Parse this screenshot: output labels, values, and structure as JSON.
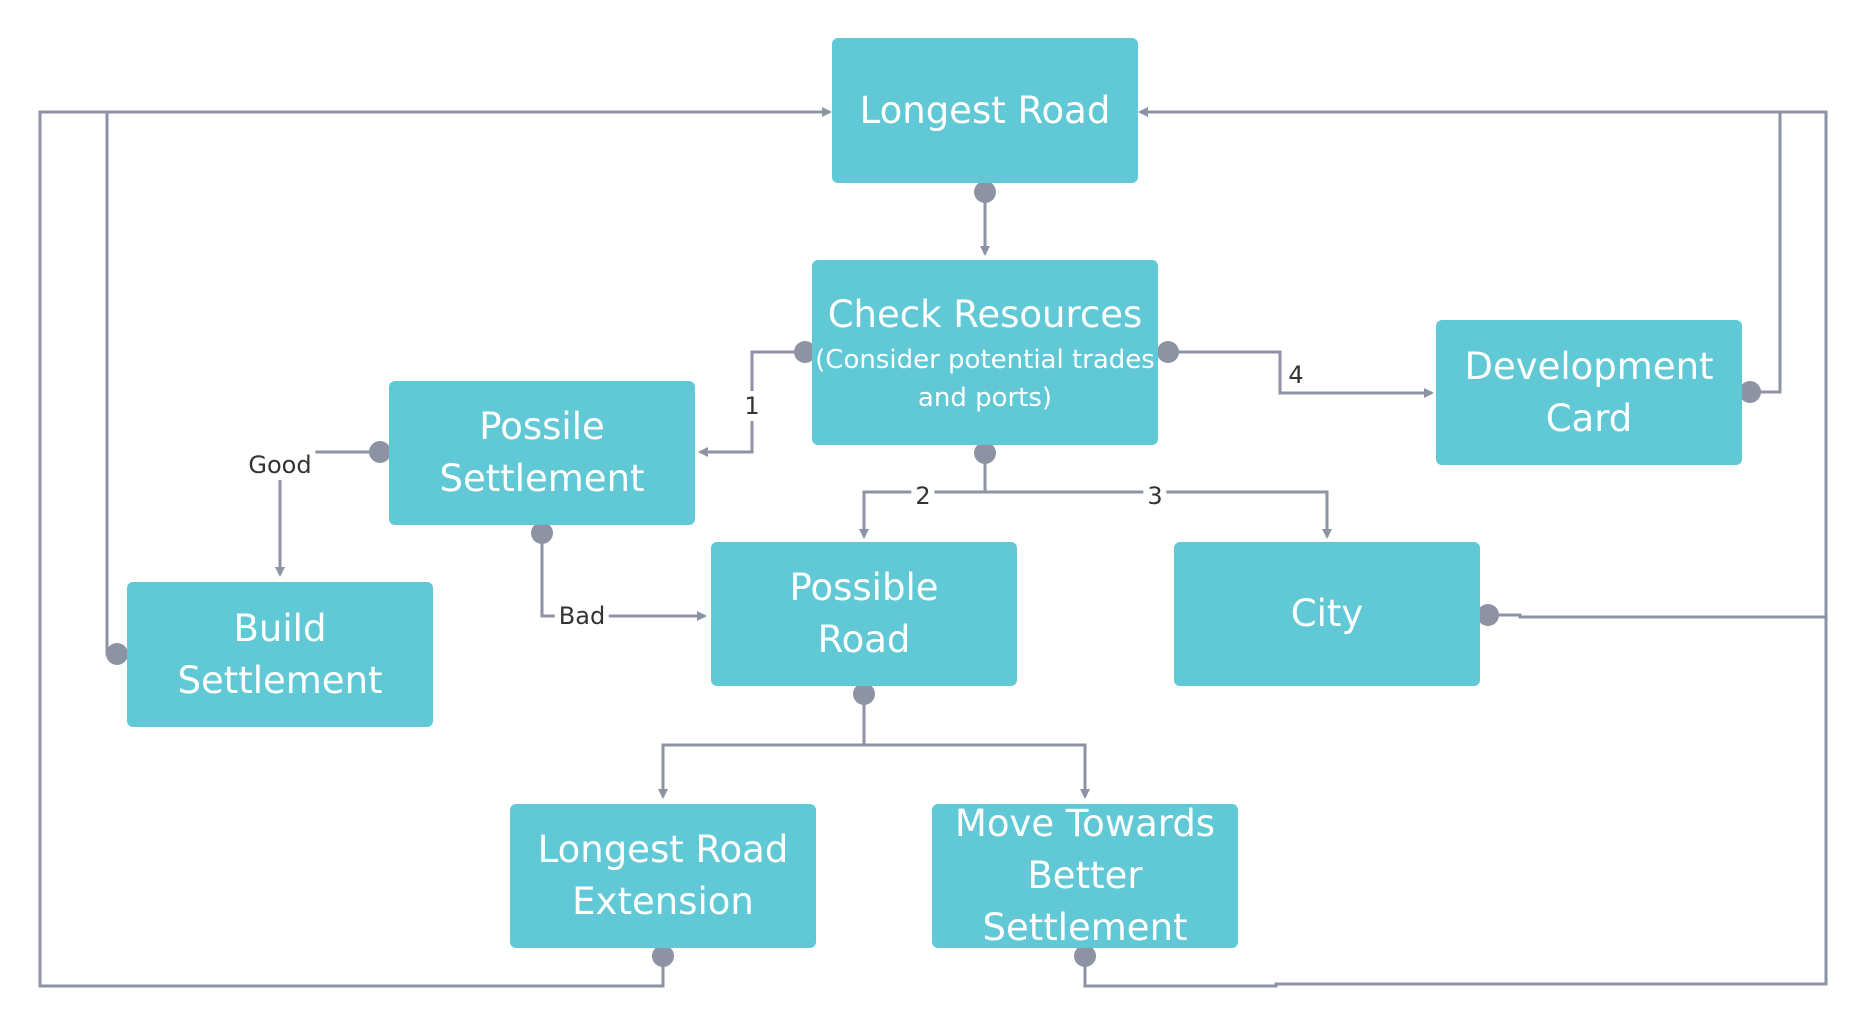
{
  "colors": {
    "node_fill": "#61c9d5",
    "node_text": "#ffffff",
    "connector": "#8e93a3",
    "label_text": "#333333"
  },
  "nodes": {
    "longest_road": {
      "lines": [
        "Longest Road"
      ]
    },
    "check_resources": {
      "title": "Check Resources",
      "sub": [
        "(Consider potential trades",
        "and ports)"
      ]
    },
    "possile_settlement": {
      "lines": [
        "Possile",
        "Settlement"
      ]
    },
    "development_card": {
      "lines": [
        "Development",
        "Card"
      ]
    },
    "build_settlement": {
      "lines": [
        "Build",
        "Settlement"
      ]
    },
    "possible_road": {
      "lines": [
        "Possible",
        "Road"
      ]
    },
    "city": {
      "lines": [
        "City"
      ]
    },
    "longest_road_extension": {
      "lines": [
        "Longest Road",
        "Extension"
      ]
    },
    "move_towards": {
      "lines": [
        "Move Towards",
        "Better",
        "Settlement"
      ]
    }
  },
  "edge_labels": {
    "to_settlement": "1",
    "to_road": "2",
    "to_city": "3",
    "to_dev_card": "4",
    "good": "Good",
    "bad": "Bad"
  }
}
